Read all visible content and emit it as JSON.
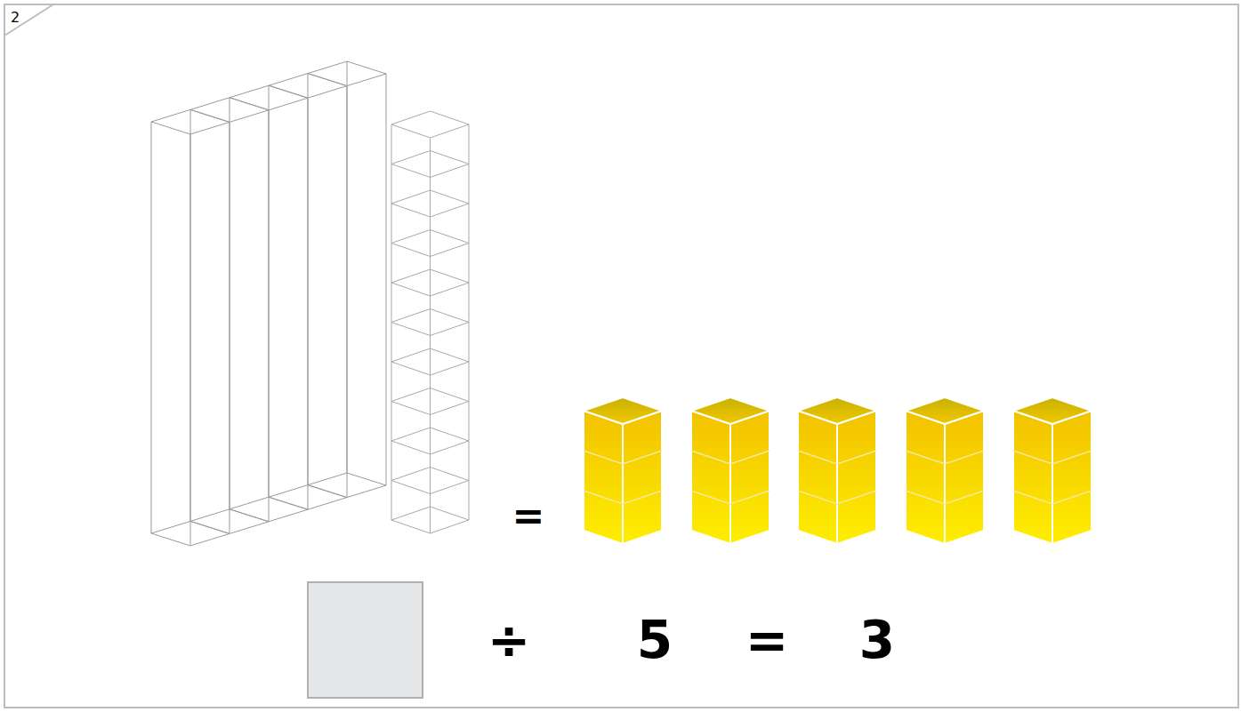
{
  "diagram": {
    "labels": [
      "2",
      "=",
      "÷",
      "5",
      "=",
      "3"
    ]
  }
}
